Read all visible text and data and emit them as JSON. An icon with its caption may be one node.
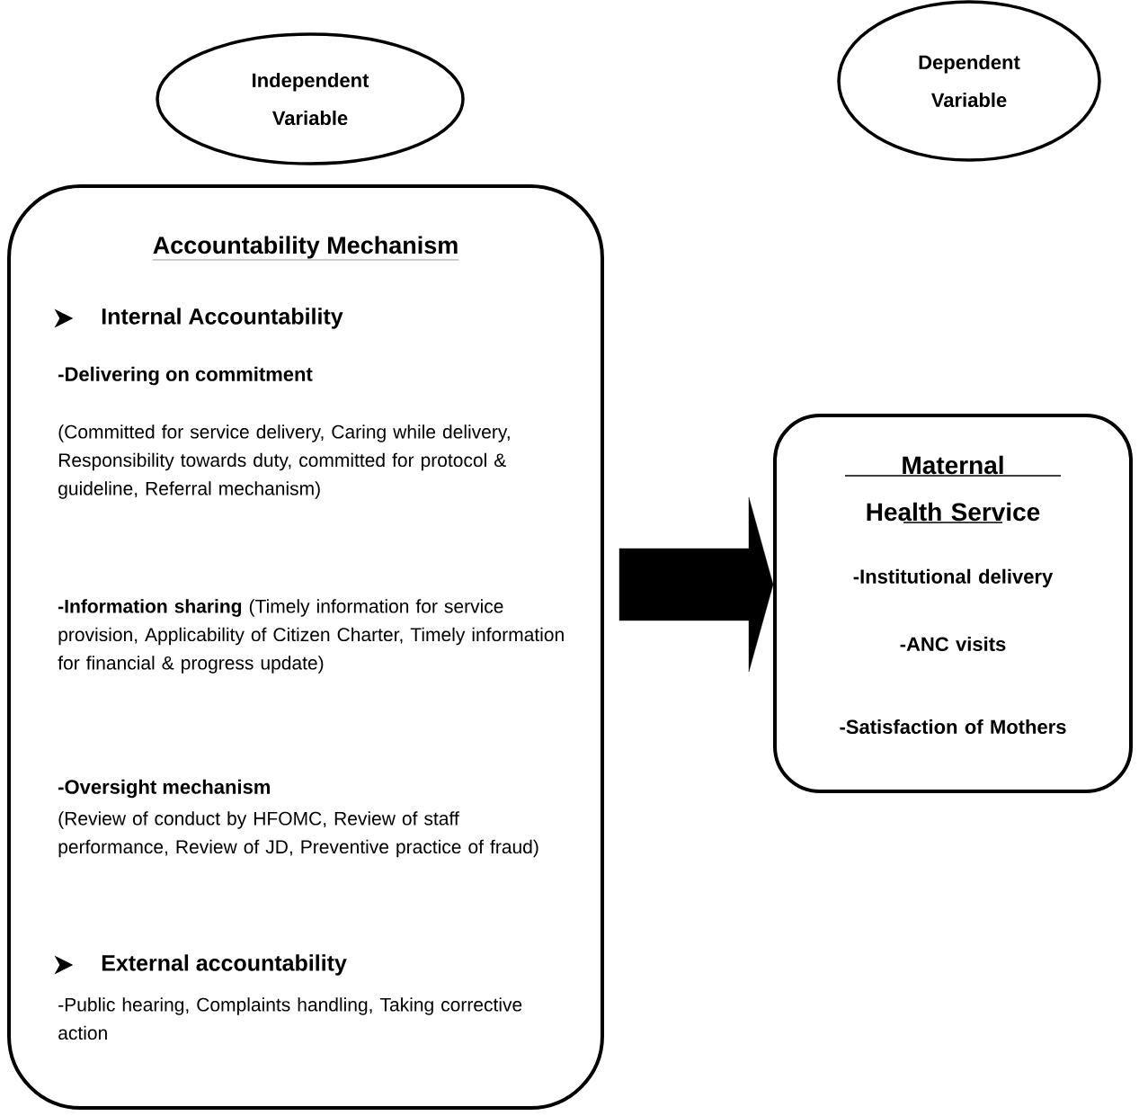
{
  "diagram": {
    "nodes": [
      {
        "text": [
          "Independent Variable"
        ]
      },
      {
        "text": [
          "Dependent Variable"
        ]
      },
      {
        "text": [
          "Accountability Mechanism",
          "Internal Accountability",
          "-Delivering on commitment",
          "(Committed for service delivery, Caring while delivery, Responsibility towards duty, committed for protocol & guideline, Referral mechanism)",
          "**-Information sharing** (Timely information for service provision, Applicability of Citizen Charter, Timely information for financial & progress update)",
          "-Oversight mechanism",
          "(Review of conduct by HFOMC, Review of staff performance, Review of JD, Preventive practice of fraud)",
          "External accountability",
          "-Public hearing, Complaints handling, Taking corrective action"
        ]
      },
      {
        "text": [
          "Maternal Health Service",
          "-Institutional delivery",
          "-ANC visits",
          "-Satisfaction of Mothers"
        ]
      }
    ],
    "edges": [
      {
        "from": 2,
        "to": 3,
        "arrow": "to"
      }
    ]
  }
}
